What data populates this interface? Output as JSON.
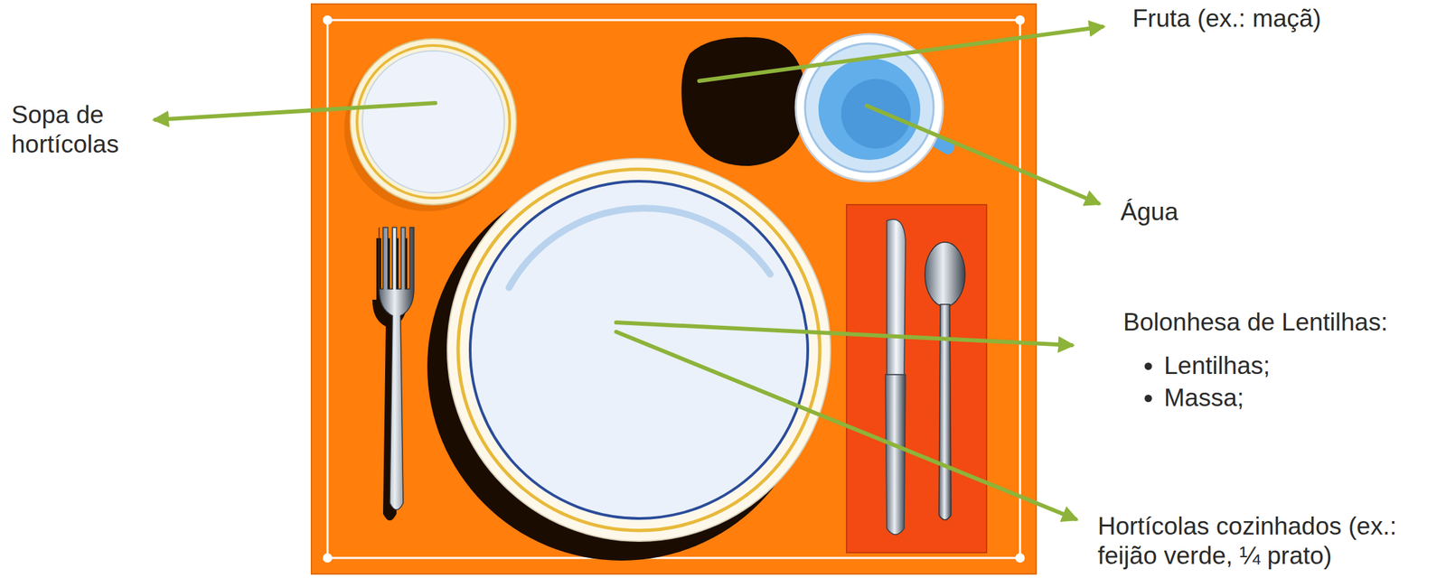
{
  "diagram": {
    "labels": [
      "Sopa de hortícolas",
      "Fruta (ex.: maçã)",
      "Água",
      "Bolonhesa de Lentilhas:",
      "Lentilhas;",
      "Massa;",
      "Hortícolas cozinhados (ex.: feijão verde, ¼ prato)"
    ]
  }
}
